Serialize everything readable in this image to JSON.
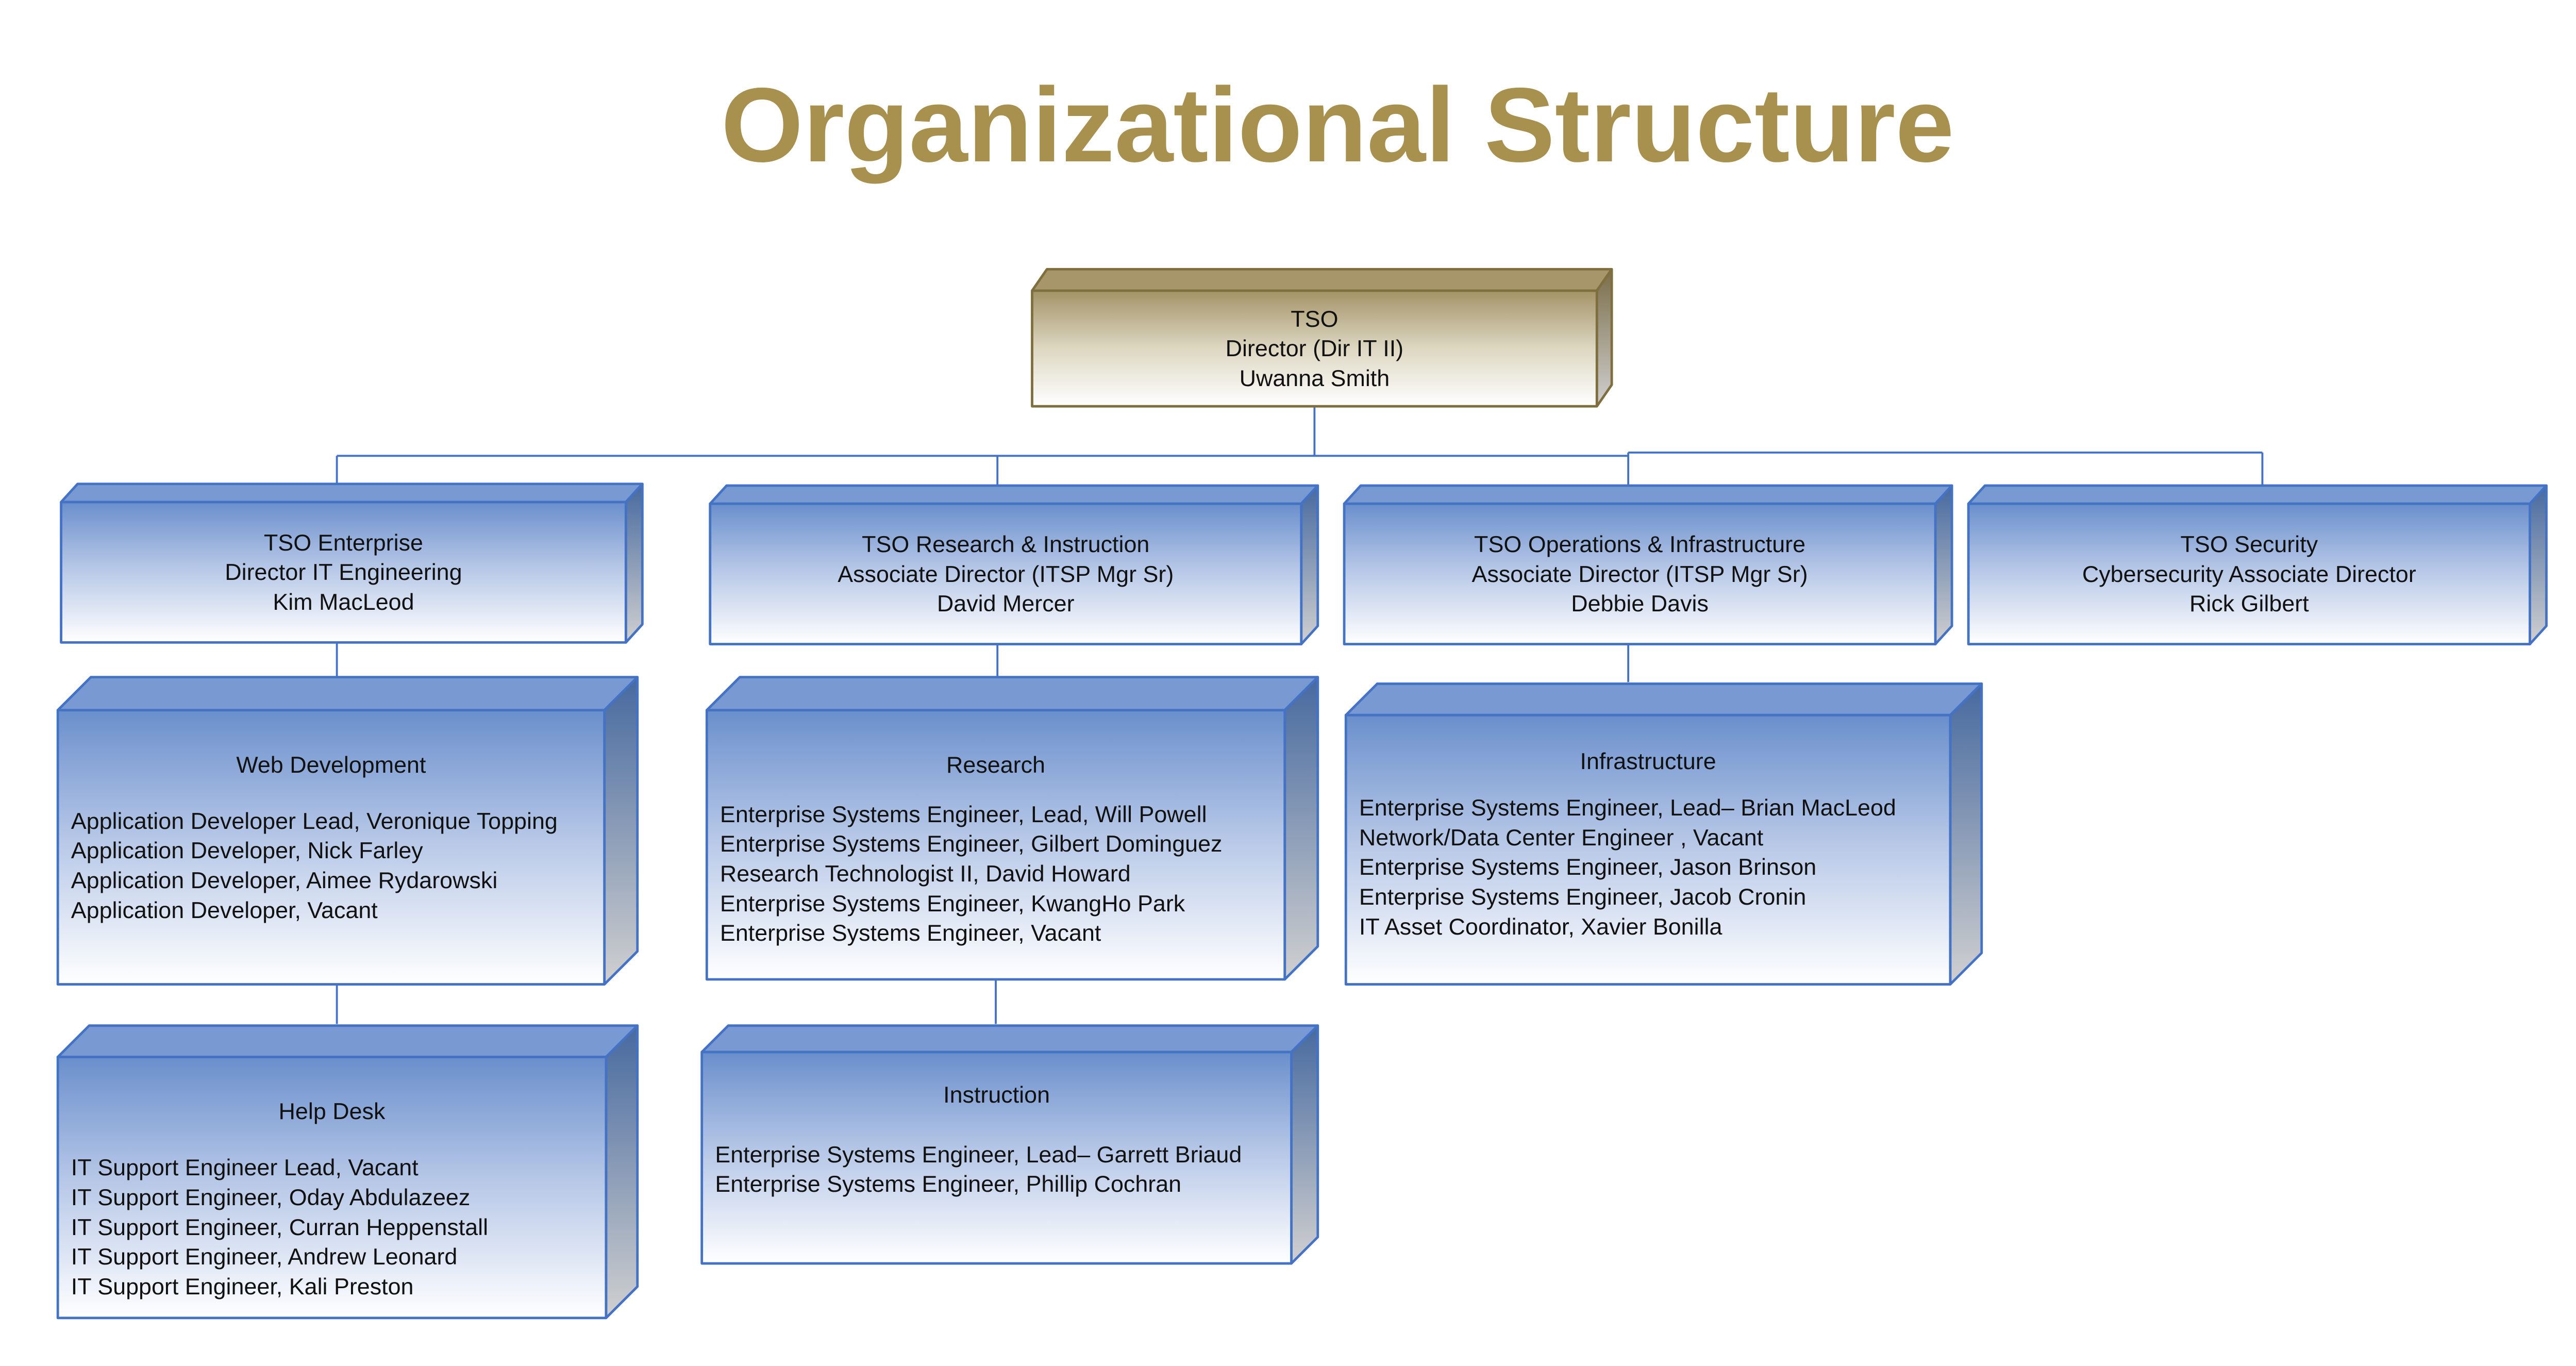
{
  "title": "Organizational Structure",
  "colors": {
    "title": "#a8904f",
    "unit_border": "#4472c4",
    "director_border": "#7f6f3f",
    "connector": "#4472c4"
  },
  "director": {
    "unit": "TSO",
    "role": "Director (Dir IT II)",
    "name": "Uwanna Smith"
  },
  "units": [
    {
      "unit": "TSO Enterprise",
      "role": "Director IT Engineering",
      "name": "Kim MacLeod"
    },
    {
      "unit": "TSO Research & Instruction",
      "role": "Associate Director (ITSP Mgr Sr)",
      "name": "David Mercer"
    },
    {
      "unit": "TSO Operations & Infrastructure",
      "role": "Associate Director (ITSP Mgr Sr)",
      "name": "Debbie Davis"
    },
    {
      "unit": "TSO Security",
      "role": "Cybersecurity Associate Director",
      "name": "Rick Gilbert"
    }
  ],
  "teams": {
    "web_development": {
      "name": "Web Development",
      "members": [
        "Application Developer Lead, Veronique Topping",
        "Application Developer, Nick Farley",
        "Application Developer, Aimee Rydarowski",
        "Application Developer,  Vacant"
      ]
    },
    "help_desk": {
      "name": "Help Desk",
      "members": [
        "IT Support Engineer Lead, Vacant",
        "IT Support Engineer, Oday Abdulazeez",
        "IT Support Engineer, Curran Heppenstall",
        "IT Support Engineer, Andrew Leonard",
        "IT Support Engineer, Kali Preston"
      ]
    },
    "research": {
      "name": "Research",
      "members": [
        "Enterprise Systems Engineer, Lead, Will Powell",
        "Enterprise Systems Engineer, Gilbert Dominguez",
        "Research Technologist II, David Howard",
        "Enterprise Systems Engineer, KwangHo Park",
        "Enterprise Systems Engineer, Vacant"
      ]
    },
    "instruction": {
      "name": "Instruction",
      "members": [
        "Enterprise Systems Engineer, Lead– Garrett Briaud",
        "Enterprise Systems Engineer, Phillip Cochran"
      ]
    },
    "infrastructure": {
      "name": "Infrastructure",
      "members": [
        "Enterprise Systems Engineer, Lead– Brian MacLeod",
        "Network/Data Center Engineer , Vacant",
        "Enterprise Systems Engineer, Jason Brinson",
        "Enterprise Systems Engineer, Jacob Cronin",
        "IT Asset Coordinator, Xavier Bonilla"
      ]
    }
  }
}
